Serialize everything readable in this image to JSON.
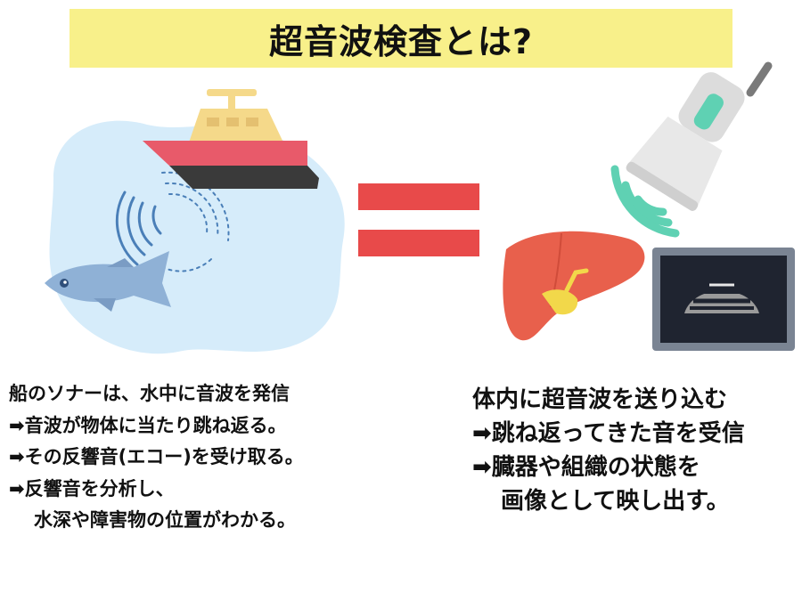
{
  "title": "超音波検査とは?",
  "colors": {
    "title_bg": "#f8f08a",
    "equals": "#e84a4a",
    "water": "#d6ecfa",
    "hull_red": "#e85a6a",
    "hull_dark": "#3a3a3a",
    "cabin": "#f5d98a",
    "fish": "#8fb1d6",
    "liver": "#e8604c",
    "probe": "#e6e6e6",
    "probe_accent": "#5fd1b3",
    "monitor": "#333b4a"
  },
  "icons": {
    "ship": "sonar-ship-icon",
    "fish": "fish-icon",
    "equals": "equals-sign-icon",
    "probe": "ultrasound-probe-icon",
    "liver": "liver-icon",
    "monitor": "ultrasound-image-icon"
  },
  "left_text": [
    "船のソナーは、水中に音波を発信",
    "➡音波が物体に当たり跳ね返る。",
    "➡その反響音(エコー)を受け取る。",
    "➡反響音を分析し、",
    "水深や障害物の位置がわかる。"
  ],
  "right_text": [
    "体内に超音波を送り込む",
    "➡跳ね返ってきた音を受信",
    "➡臓器や組織の状態を",
    "画像として映し出す。"
  ]
}
